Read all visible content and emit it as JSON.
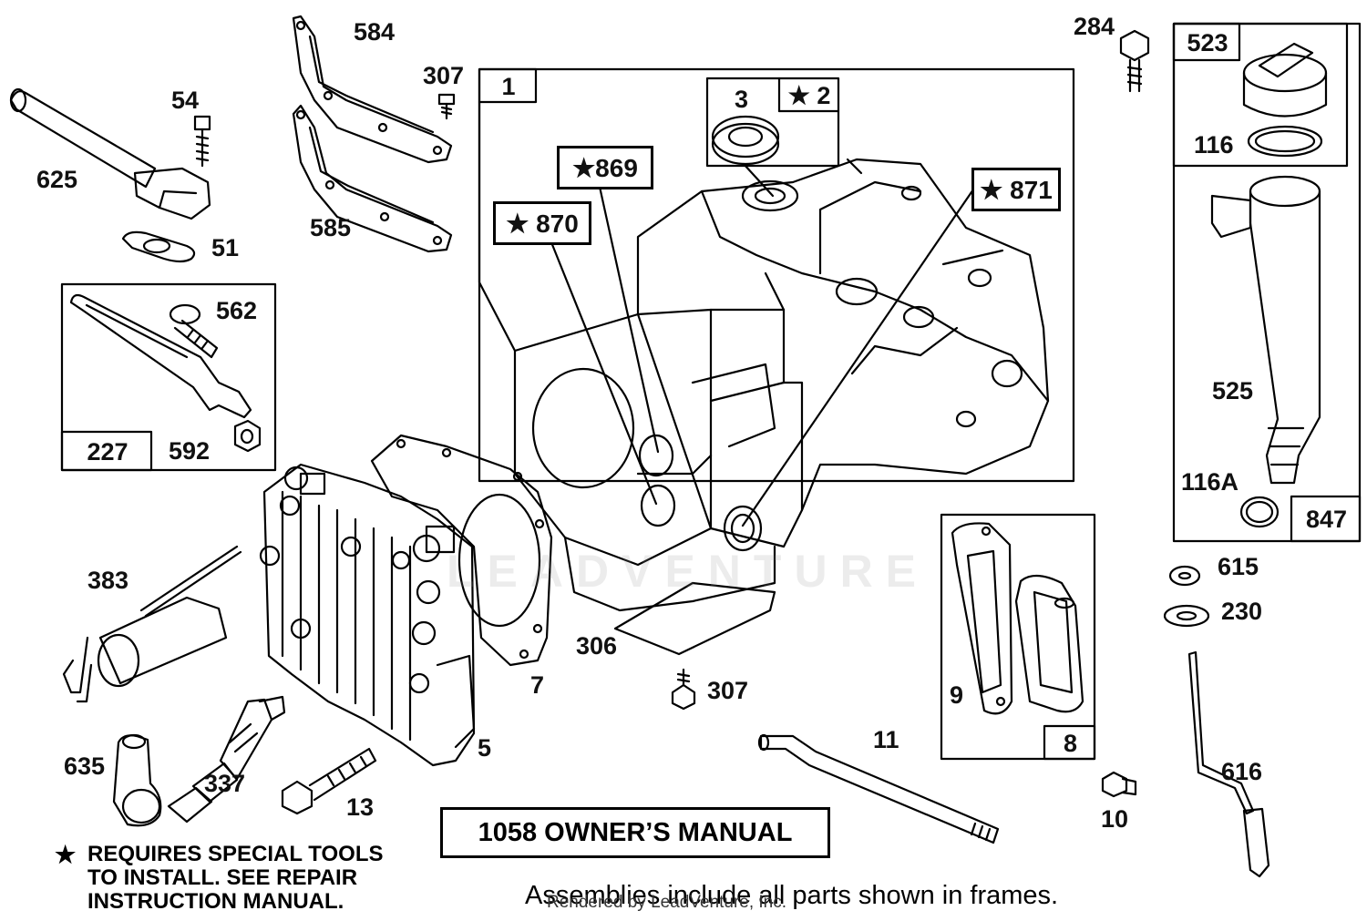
{
  "part_labels": {
    "p584": "584",
    "p307a": "307",
    "p54": "54",
    "p625": "625",
    "p51": "51",
    "p585": "585",
    "p562": "562",
    "p592": "592",
    "p3": "3",
    "p284": "284",
    "p116": "116",
    "p525": "525",
    "p116a": "116A",
    "p615": "615",
    "p230": "230",
    "p616": "616",
    "p383": "383",
    "p306": "306",
    "p307b": "307",
    "p7": "7",
    "p5": "5",
    "p635": "635",
    "p337": "337",
    "p13": "13",
    "p11": "11",
    "p9": "9",
    "p10": "10"
  },
  "frame_labels": {
    "f1": "1",
    "f2": "★ 2",
    "f227": "227",
    "f523": "523",
    "f847": "847",
    "f8": "8"
  },
  "special_tool_labels": {
    "s869": "★869",
    "s870": "★ 870",
    "s871": "★ 871"
  },
  "manual_label": "1058 OWNER’S MANUAL",
  "footnote": {
    "star": "★",
    "line1": "REQUIRES SPECIAL TOOLS",
    "line2": "TO INSTALL.  SEE REPAIR",
    "line3": "INSTRUCTION MANUAL."
  },
  "assemblies_note": "Assemblies include all parts shown in frames.",
  "rendered_by": "Rendered by LeadVenture, Inc.",
  "watermark": "LEADVENTURE"
}
